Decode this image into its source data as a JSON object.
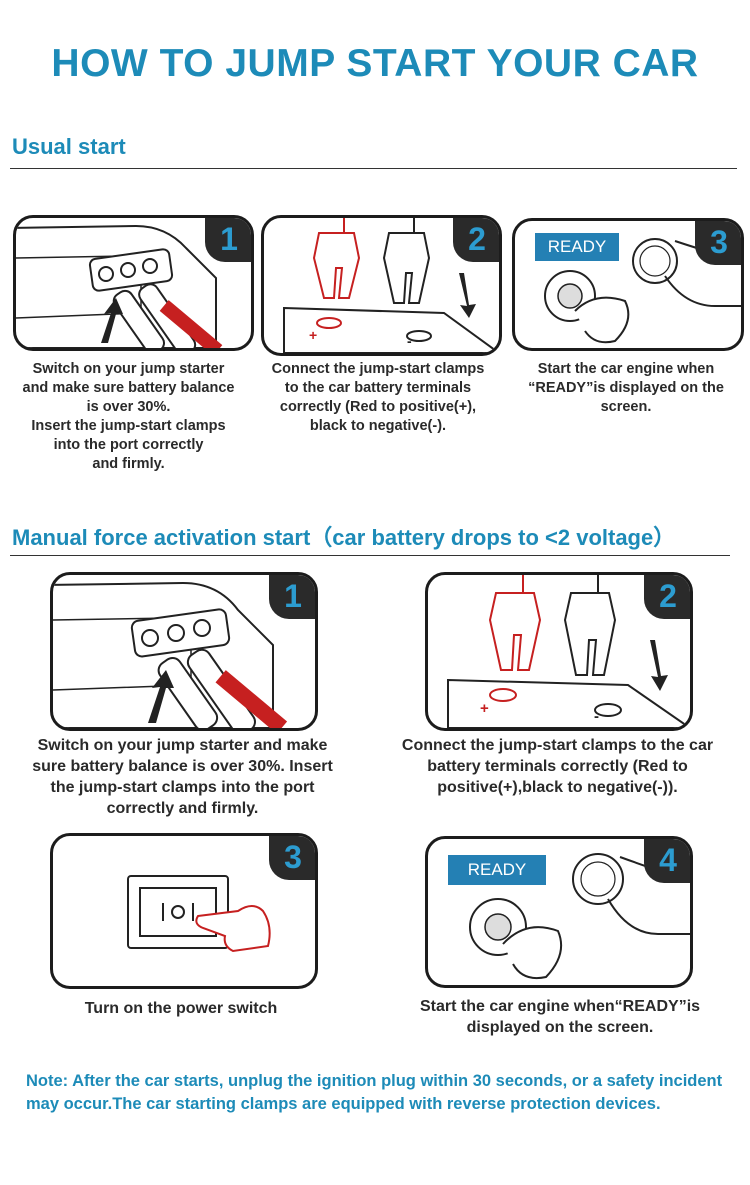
{
  "title": "HOW TO JUMP START YOUR CAR",
  "usual": {
    "heading": "Usual start",
    "steps": [
      {
        "number": "1",
        "caption": [
          "Switch on your jump starter",
          "and make sure battery balance",
          "is over 30%.",
          "Insert the jump-start clamps",
          "into the port correctly",
          "and firmly."
        ]
      },
      {
        "number": "2",
        "caption": [
          "Connect the jump-start clamps",
          "to the car battery terminals",
          "correctly (Red to positive(+),",
          "black to negative(-)."
        ]
      },
      {
        "number": "3",
        "ready_label": "READY",
        "caption": [
          "Start the car engine when",
          "“READY”is displayed on the",
          "screen."
        ]
      }
    ]
  },
  "manual": {
    "heading": "Manual force activation start（car battery drops to <2 voltage）",
    "steps": [
      {
        "number": "1",
        "caption": [
          "Switch on your jump starter and make",
          "sure battery balance is over 30%. Insert",
          "the jump-start clamps into the port",
          "correctly and firmly."
        ]
      },
      {
        "number": "2",
        "caption": [
          "Connect the jump-start clamps to the car",
          "battery terminals correctly (Red to",
          "positive(+),black to negative(-))."
        ]
      },
      {
        "number": "3",
        "caption": [
          "Turn on the power switch"
        ]
      },
      {
        "number": "4",
        "ready_label": "READY",
        "caption": [
          "Start the car engine when“READY”is",
          "displayed on the screen."
        ]
      }
    ]
  },
  "note": "Note: After the car starts, unplug the ignition plug within 30 seconds, or a safety incident may occur.The car starting clamps are equipped with reverse protection devices.",
  "colors": {
    "accent": "#1d8bb8",
    "badge_bg": "#2a2a2a",
    "ready_bg": "#2480b4",
    "red_clamp": "#d42020"
  }
}
